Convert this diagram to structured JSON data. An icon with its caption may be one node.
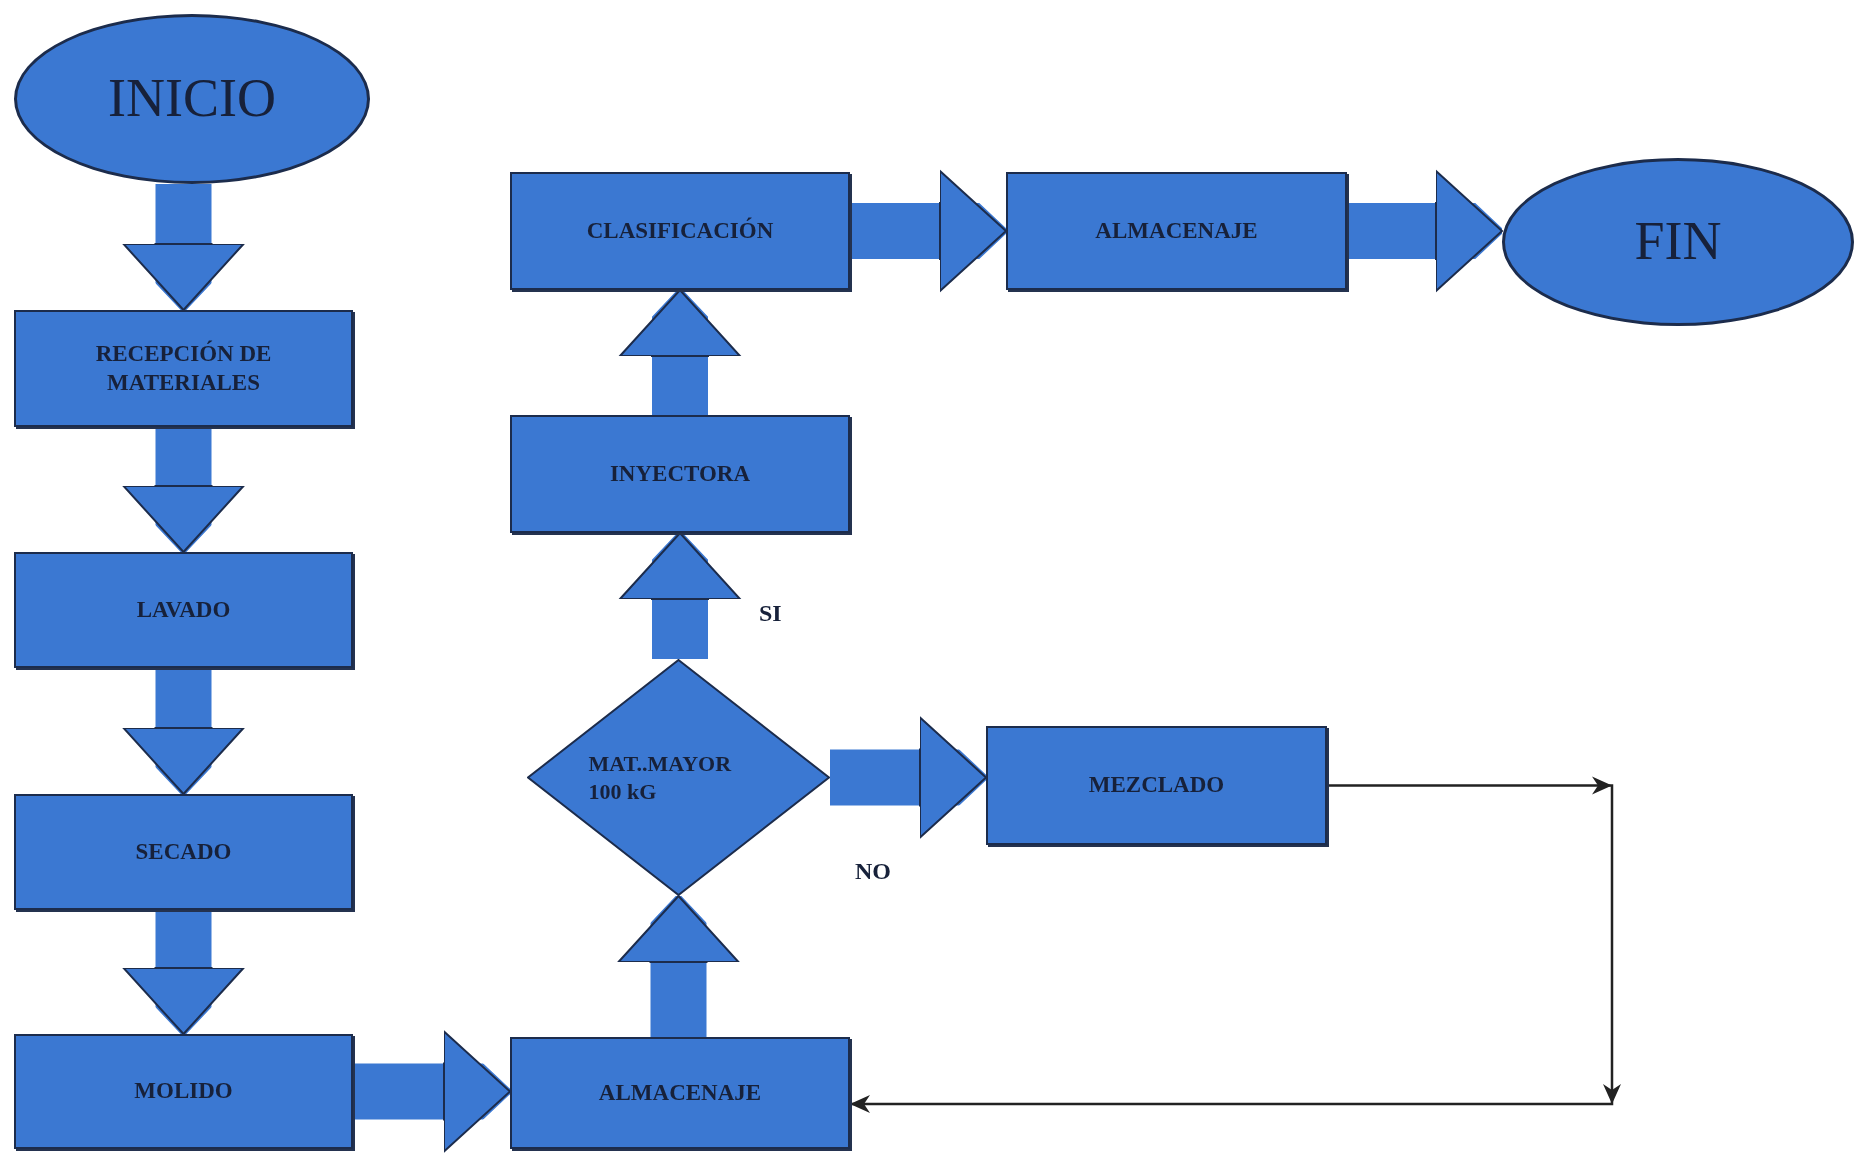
{
  "diagram": {
    "nodes": [
      {
        "text": [
          "INICIO"
        ]
      },
      {
        "text": [
          "RECEPCIÓN DE MATERIALES"
        ]
      },
      {
        "text": [
          "LAVADO"
        ]
      },
      {
        "text": [
          "SECADO"
        ]
      },
      {
        "text": [
          "MOLIDO"
        ]
      },
      {
        "text": [
          "ALMACENAJE"
        ]
      },
      {
        "text": [
          "MAT..MAYOR 100 kG"
        ]
      },
      {
        "text": [
          "INYECTORA"
        ]
      },
      {
        "text": [
          "CLASIFICACIÓN"
        ]
      },
      {
        "text": [
          "ALMACENAJE"
        ]
      },
      {
        "text": [
          "FIN"
        ]
      },
      {
        "text": [
          "MEZCLADO"
        ]
      }
    ],
    "edges": [
      {
        "from": 0,
        "to": 1,
        "arrow": "to"
      },
      {
        "from": 1,
        "to": 2,
        "arrow": "to"
      },
      {
        "from": 2,
        "to": 3,
        "arrow": "to"
      },
      {
        "from": 3,
        "to": 4,
        "arrow": "to"
      },
      {
        "from": 4,
        "to": 5,
        "arrow": "to"
      },
      {
        "from": 5,
        "to": 6,
        "arrow": "to"
      },
      {
        "from": 6,
        "to": 7,
        "arrow": "to",
        "label": "SI"
      },
      {
        "from": 7,
        "to": 8,
        "arrow": "to"
      },
      {
        "from": 8,
        "to": 9,
        "arrow": "to"
      },
      {
        "from": 9,
        "to": 10,
        "arrow": "to"
      },
      {
        "from": 6,
        "to": 11,
        "arrow": "to",
        "label": "NO"
      },
      {
        "from": 11,
        "to": 5,
        "arrow": "to",
        "color": "#222222"
      }
    ]
  }
}
